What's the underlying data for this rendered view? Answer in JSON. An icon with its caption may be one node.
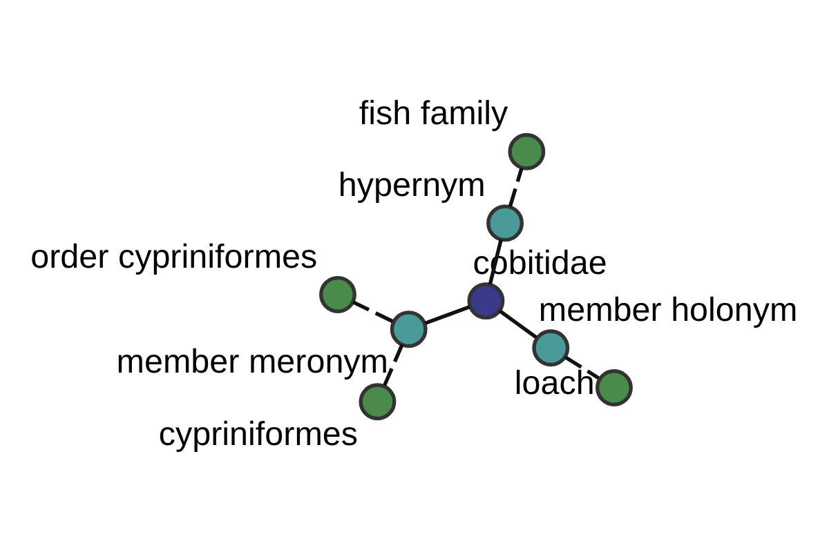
{
  "diagram": {
    "nodes": [
      {
        "text": [
          "cobitidae"
        ]
      },
      {
        "text": [
          "hypernym"
        ]
      },
      {
        "text": [
          "member holonym"
        ]
      },
      {
        "text": [
          "member meronym"
        ]
      },
      {
        "text": [
          "fish family"
        ]
      },
      {
        "text": [
          "loach"
        ]
      },
      {
        "text": [
          "order cypriniformes"
        ]
      },
      {
        "text": [
          "cypriniformes"
        ]
      }
    ],
    "edges": [
      {
        "from": 0,
        "to": 1,
        "arrow": "none"
      },
      {
        "from": 0,
        "to": 2,
        "arrow": "none"
      },
      {
        "from": 0,
        "to": 3,
        "arrow": "none"
      },
      {
        "from": 1,
        "to": 4,
        "arrow": "none",
        "style": "dashed"
      },
      {
        "from": 2,
        "to": 5,
        "arrow": "none",
        "style": "dashed"
      },
      {
        "from": 3,
        "to": 6,
        "arrow": "none",
        "style": "dashed"
      },
      {
        "from": 3,
        "to": 7,
        "arrow": "none",
        "style": "dashed"
      }
    ]
  }
}
